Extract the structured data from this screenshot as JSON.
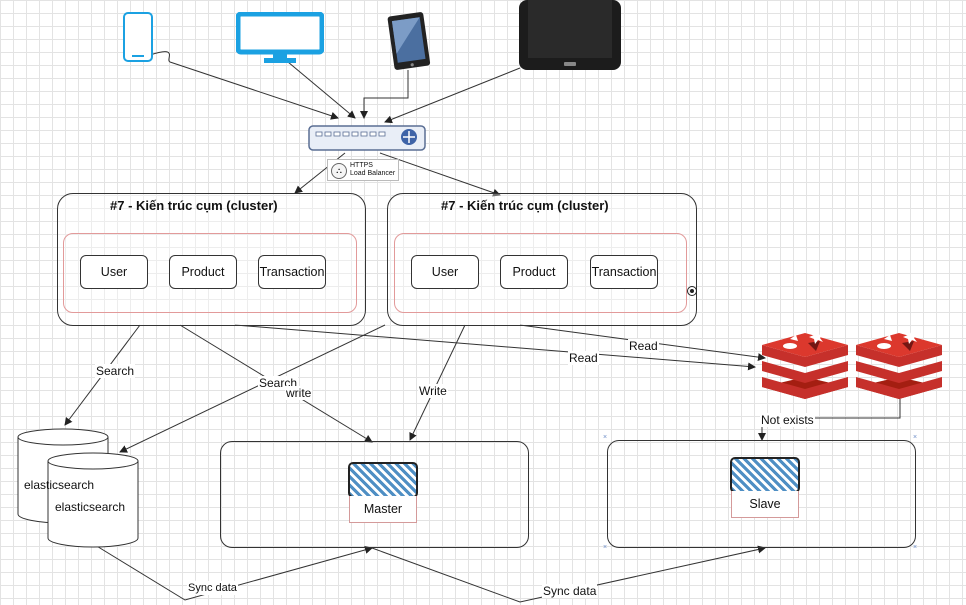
{
  "load_balancer": {
    "protocol": "HTTPS",
    "name": "Load Balancer"
  },
  "clusters": [
    {
      "title": "#7 - Kiến trúc cụm (cluster)",
      "services": [
        "User",
        "Product",
        "Transaction"
      ]
    },
    {
      "title": "#7 - Kiến trúc cụm (cluster)",
      "services": [
        "User",
        "Product",
        "Transaction"
      ]
    }
  ],
  "elasticsearch": {
    "nodes": [
      "elasticsearch",
      "elasticsearch"
    ]
  },
  "databases": {
    "master": "Master",
    "slave": "Slave"
  },
  "edge_labels": {
    "search_1": "Search",
    "search_2": "Search",
    "write_1": "write",
    "write_2": "Write",
    "read_1": "Read",
    "read_2": "Read",
    "not_exists": "Not exists",
    "sync_1": "Sync data",
    "sync_2": "Sync data"
  },
  "devices": [
    "phone-icon",
    "monitor-icon",
    "tablet-icon",
    "tablet-large-icon"
  ],
  "cache": {
    "icon": "redis-icon",
    "brand_color": "#d0312d"
  },
  "colors": {
    "monitor": "#1ba1e2",
    "phone": "#1ba1e2",
    "hatch": "#4f8fc4"
  }
}
